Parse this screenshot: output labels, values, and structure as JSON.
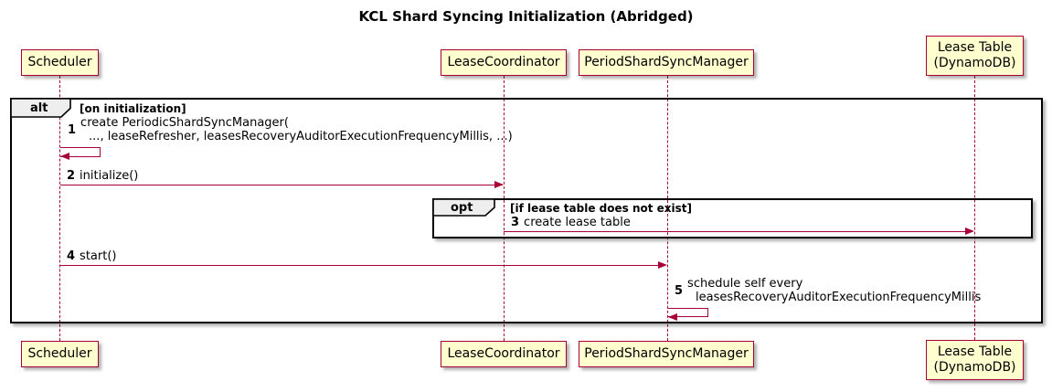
{
  "title": "KCL Shard Syncing Initialization (Abridged)",
  "participants": {
    "scheduler": {
      "label": "Scheduler"
    },
    "lease_coordinator": {
      "label": "LeaseCoordinator"
    },
    "period_shard_sync_manager": {
      "label": "PeriodShardSyncManager"
    },
    "lease_table": {
      "line1": "Lease Table",
      "line2": "(DynamoDB)"
    }
  },
  "frames": {
    "alt": {
      "keyword": "alt",
      "condition": "[on initialization]"
    },
    "opt": {
      "keyword": "opt",
      "condition": "[if lease table does not exist]"
    }
  },
  "messages": {
    "m1": {
      "num": "1",
      "line1": "create PeriodicShardSyncManager(",
      "line2": "..., leaseRefresher, leasesRecoveryAuditorExecutionFrequencyMillis, ...)"
    },
    "m2": {
      "num": "2",
      "text": "initialize()"
    },
    "m3": {
      "num": "3",
      "text": "create lease table"
    },
    "m4": {
      "num": "4",
      "text": "start()"
    },
    "m5": {
      "num": "5",
      "line1": "schedule self every",
      "line2": "leasesRecoveryAuditorExecutionFrequencyMillis"
    }
  },
  "colors": {
    "participant_fill": "#FEFECE",
    "stroke": "#A80036",
    "frame_border": "#000000",
    "label_fill": "#EEEEEE"
  }
}
